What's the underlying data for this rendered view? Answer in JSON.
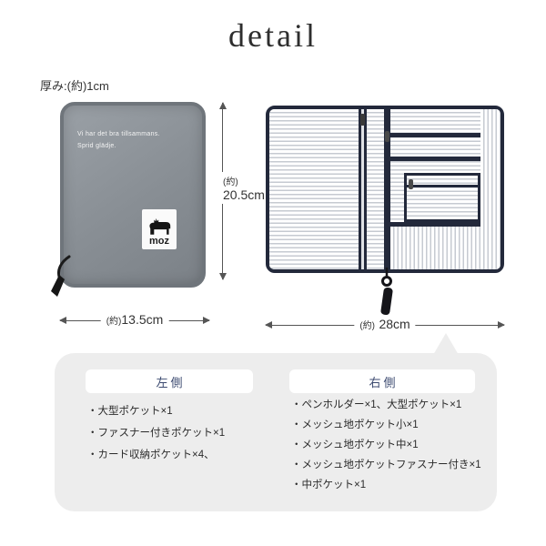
{
  "header": {
    "title": "detail"
  },
  "annotations": {
    "thickness": "厚み:(約)1cm",
    "height": {
      "approx": "(約)",
      "value": "20.5cm"
    },
    "width_front": {
      "approx": "(約)",
      "value": "13.5cm"
    },
    "width_open": {
      "approx": "(約)",
      "value": "28cm"
    }
  },
  "front_case": {
    "tagline_line1": "Vi har det bra tillsammans.",
    "tagline_line2": "Sprid glädje.",
    "logo_text": "moz",
    "logo_icon": "moose-icon"
  },
  "open_case": {
    "zipper_icon": "zipper-pull-icon"
  },
  "info_panel": {
    "left": {
      "header": "左側",
      "items": [
        "・大型ポケット×1",
        "・ファスナー付きポケット×1",
        "・カード収納ポケット×4、"
      ]
    },
    "right": {
      "header": "右側",
      "items": [
        "・ペンホルダー×1、大型ポケット×1",
        "・メッシュ地ポケット小×1",
        "・メッシュ地ポケット中×1",
        "・メッシュ地ポケットファスナー付き×1",
        "・中ポケット×1"
      ]
    }
  },
  "colors": {
    "navy": "#23293b",
    "case_gray": "#888e94",
    "panel_gray": "#ededed",
    "header_text": "#3c4a70"
  }
}
